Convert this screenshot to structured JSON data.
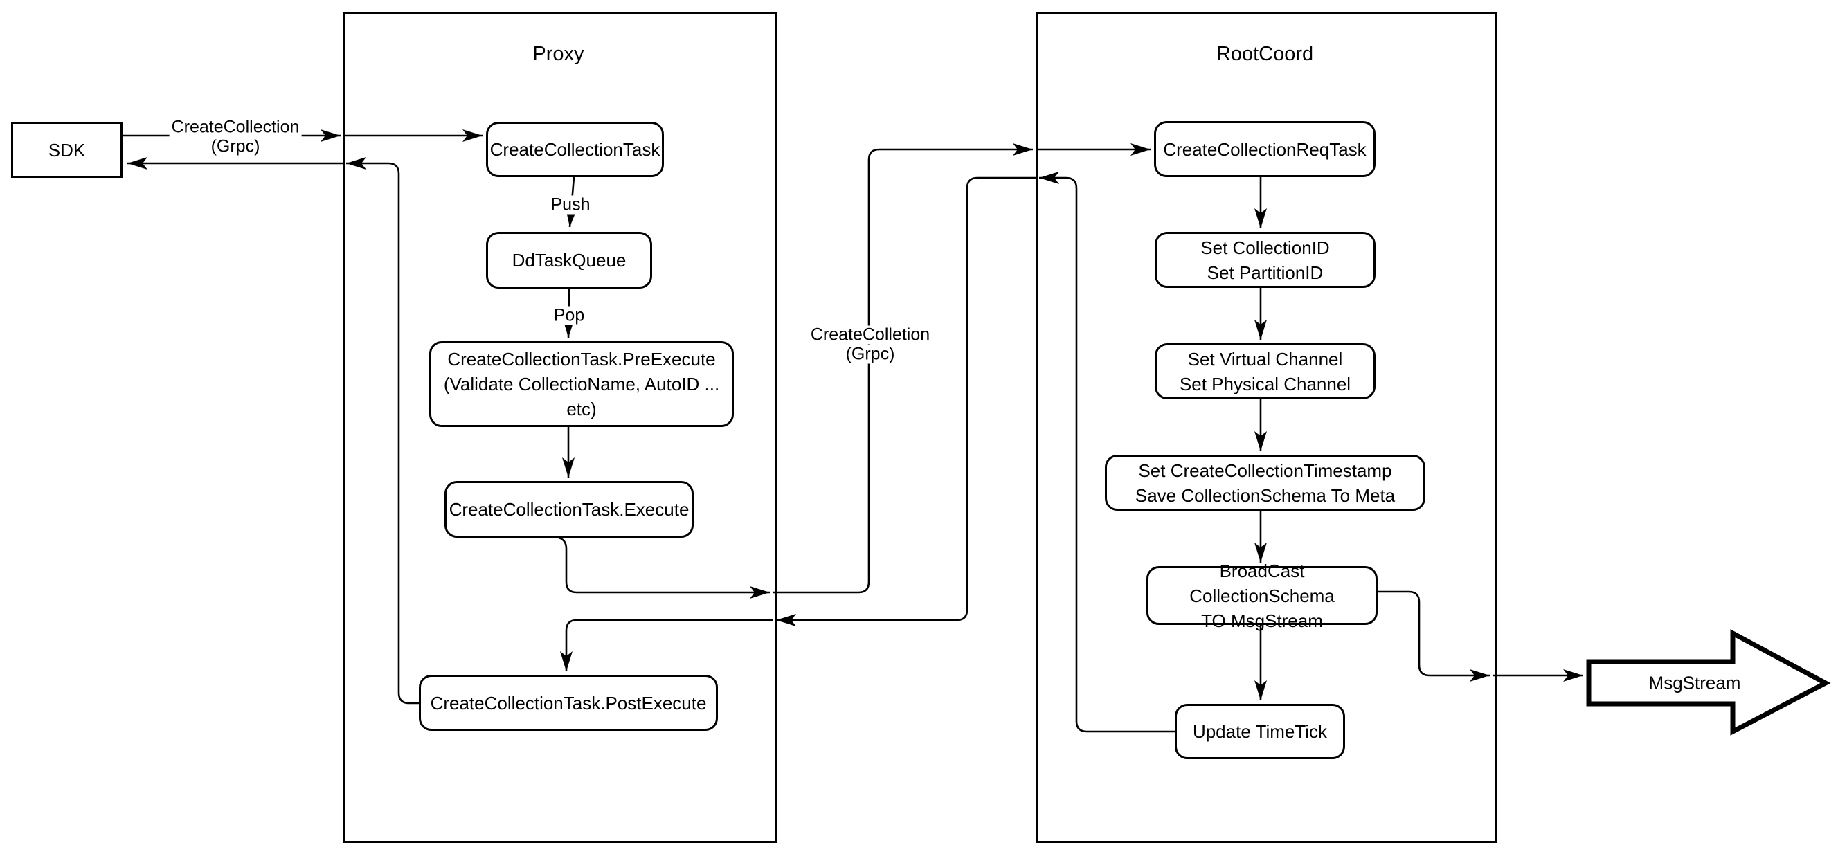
{
  "diagram": {
    "proxy_title": "Proxy",
    "rootcoord_title": "RootCoord"
  },
  "nodes": {
    "sdk": {
      "label": "SDK"
    },
    "create_collection_task": {
      "label": "CreateCollectionTask"
    },
    "dd_task_queue": {
      "label": "DdTaskQueue"
    },
    "pre_execute": {
      "line1": "CreateCollectionTask.PreExecute",
      "line2": "(Validate CollectioName, AutoID ... etc)"
    },
    "execute": {
      "label": "CreateCollectionTask.Execute"
    },
    "post_execute": {
      "label": "CreateCollectionTask.PostExecute"
    },
    "req_task": {
      "label": "CreateCollectionReqTask"
    },
    "set_ids": {
      "line1": "Set CollectionID",
      "line2": "Set PartitionID"
    },
    "set_channels": {
      "line1": "Set Virtual Channel",
      "line2": "Set Physical Channel"
    },
    "set_timestamp": {
      "line1": "Set CreateCollectionTimestamp",
      "line2": "Save CollectionSchema To Meta"
    },
    "broadcast": {
      "line1": "BroadCast CollectionSchema",
      "line2": "TO MsgStream"
    },
    "update_timetick": {
      "label": "Update TimeTick"
    },
    "msgstream": {
      "label": "MsgStream"
    }
  },
  "edge_labels": {
    "sdk_grpc_line1": "CreateCollection",
    "sdk_grpc_line2": "(Grpc)",
    "push": "Push",
    "pop": "Pop",
    "proxy_grpc_line1": "CreateColletion",
    "proxy_grpc_line2": "(Grpc)"
  },
  "colors": {
    "stroke": "#000000",
    "node_fill": "#ffffff",
    "background": "#ffffff"
  }
}
